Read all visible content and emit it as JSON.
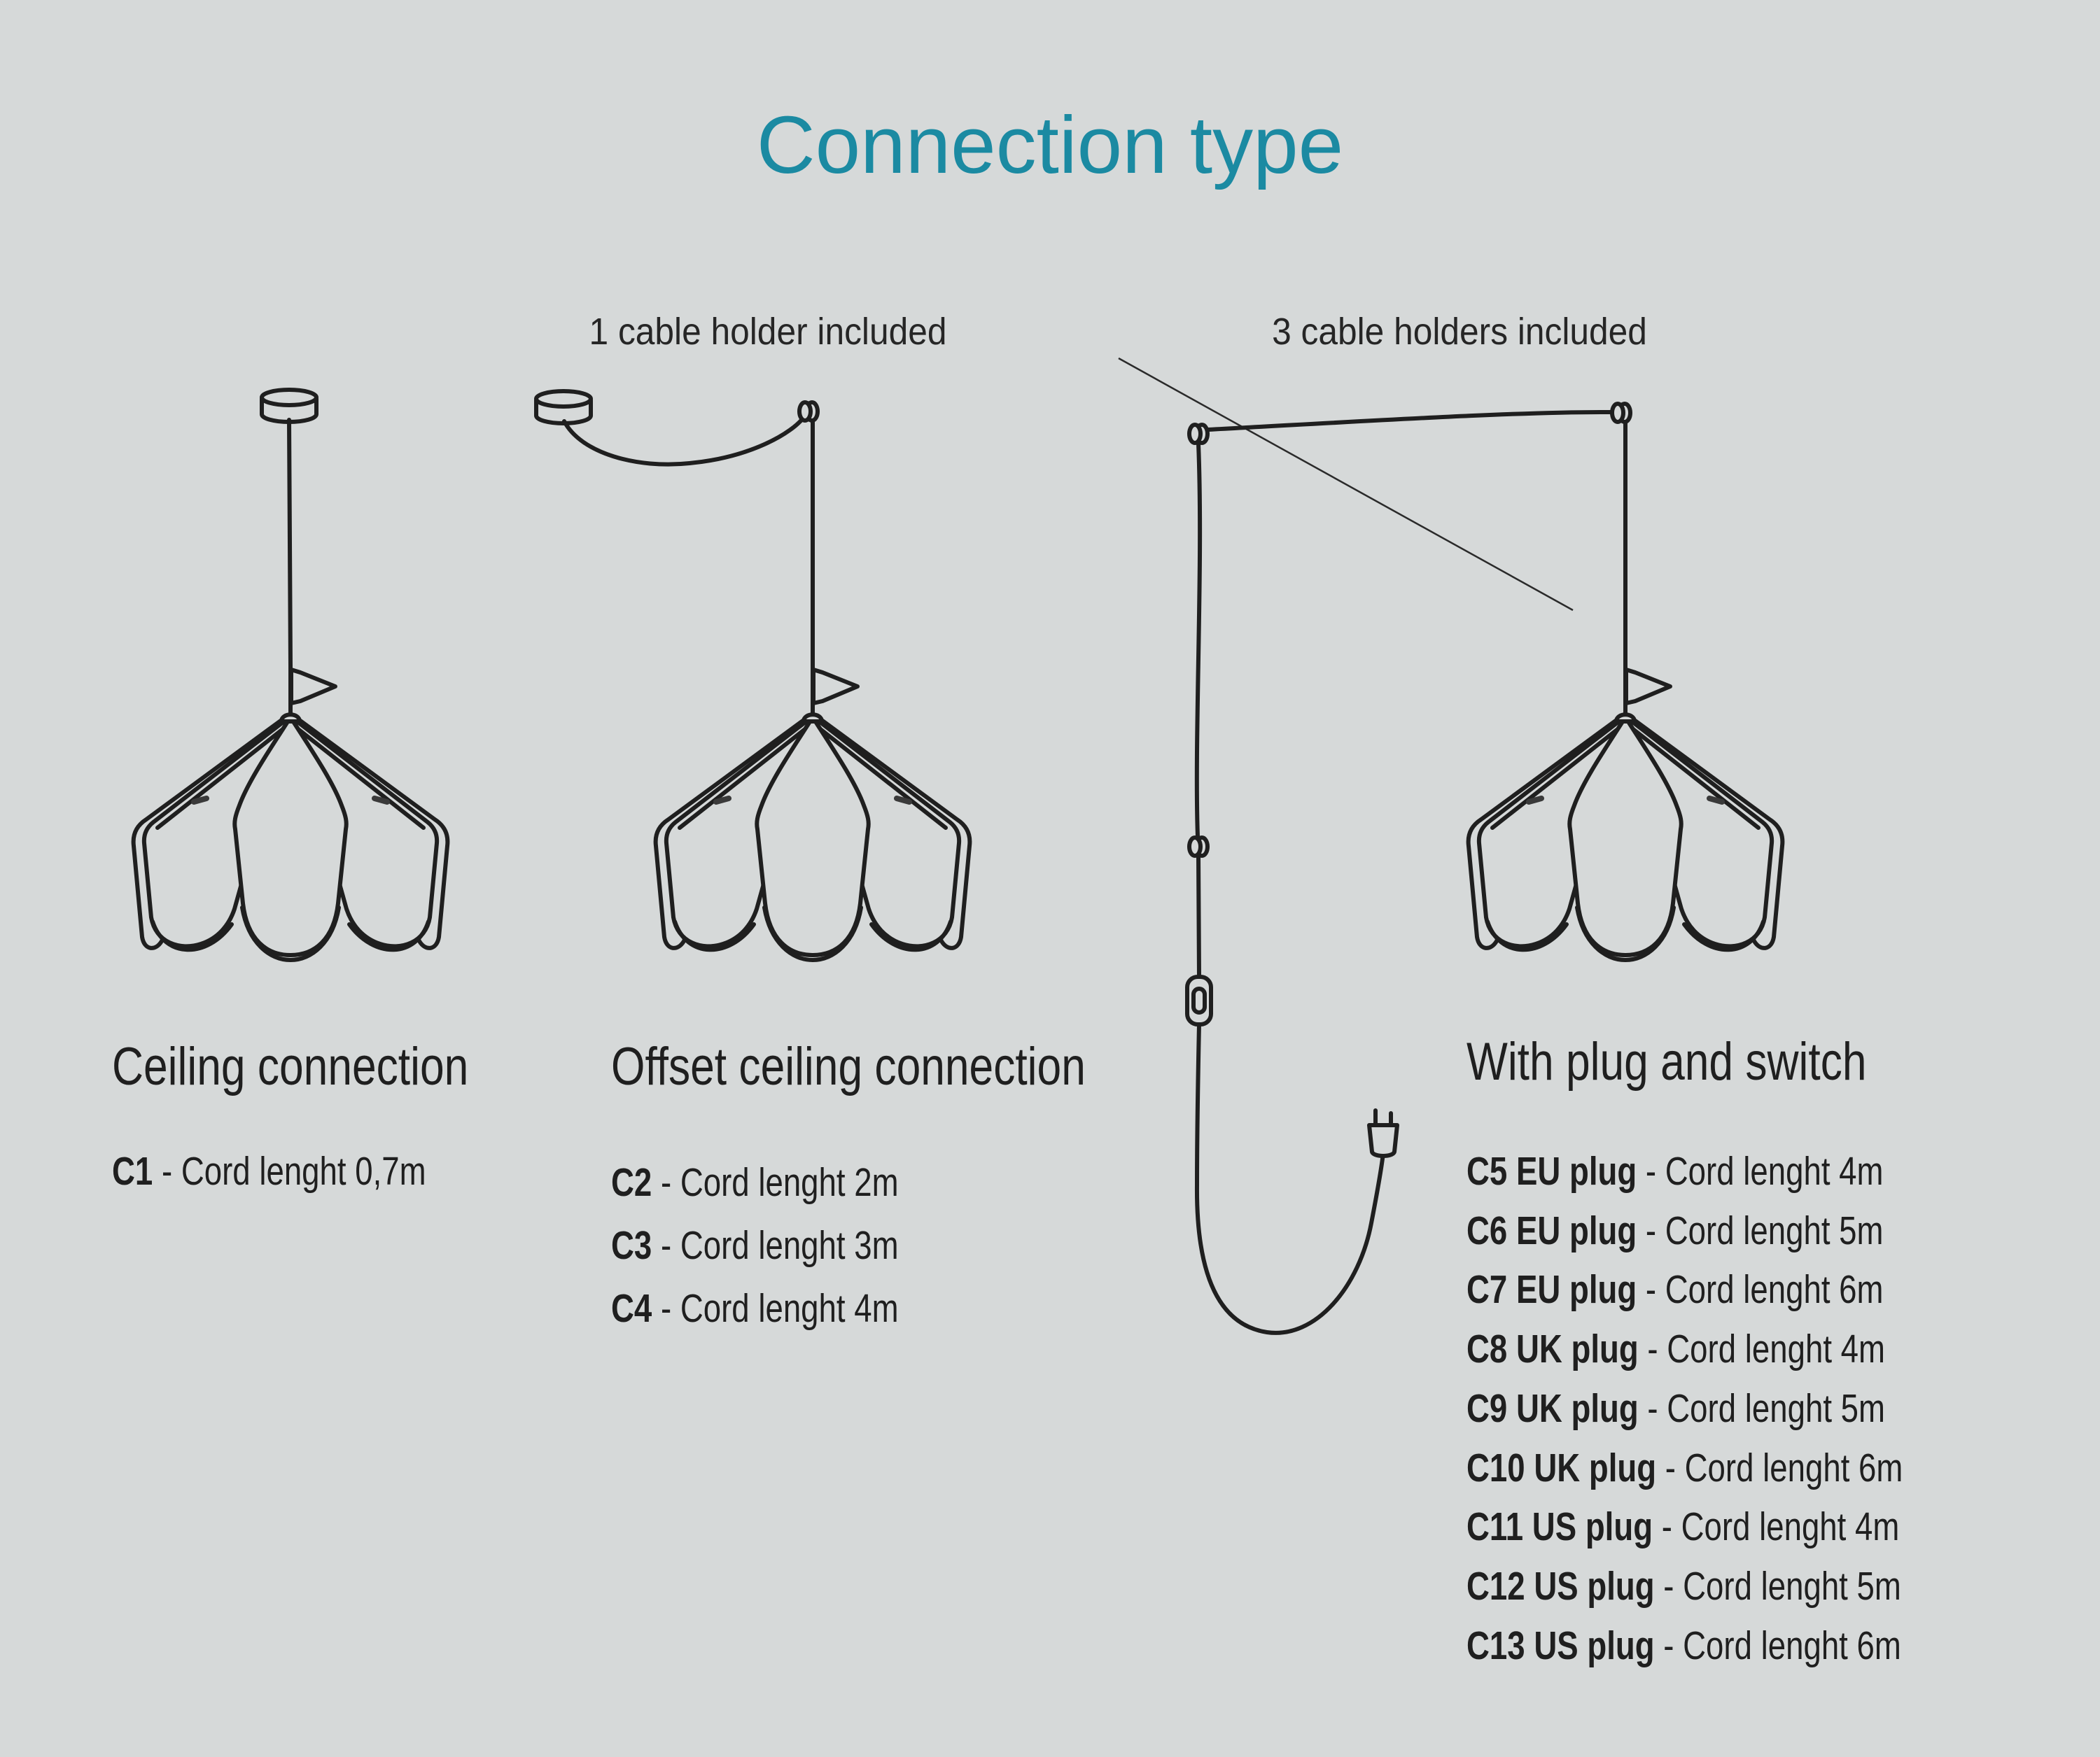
{
  "title": "Connection type",
  "colors": {
    "background": "#d6d9d9",
    "accent_teal": "#1b8aa2",
    "ink": "#1f1f1f"
  },
  "annotations": {
    "offset_note": "1 cable holder included",
    "plug_note": "3 cable holders included"
  },
  "sections": [
    {
      "heading": "Ceiling connection",
      "items": [
        {
          "code": "C1",
          "desc": " - Cord lenght 0,7m"
        }
      ]
    },
    {
      "heading": "Offset ceiling connection",
      "items": [
        {
          "code": "C2",
          "desc": " - Cord lenght 2m"
        },
        {
          "code": "C3",
          "desc": " - Cord lenght 3m"
        },
        {
          "code": "C4",
          "desc": " - Cord lenght 4m"
        }
      ]
    },
    {
      "heading": "With plug and switch",
      "items": [
        {
          "code": "C5 EU plug",
          "desc": " - Cord lenght 4m"
        },
        {
          "code": "C6 EU plug",
          "desc": " - Cord lenght 5m"
        },
        {
          "code": "C7 EU plug",
          "desc": " - Cord lenght 6m"
        },
        {
          "code": "C8 UK plug",
          "desc": " - Cord lenght 4m"
        },
        {
          "code": "C9 UK plug",
          "desc": " - Cord lenght 5m"
        },
        {
          "code": "C10 UK plug",
          "desc": " - Cord lenght 6m"
        },
        {
          "code": "C11 US plug",
          "desc": " - Cord lenght 4m"
        },
        {
          "code": "C12 US plug",
          "desc": " - Cord lenght 5m"
        },
        {
          "code": "C13 US plug",
          "desc": " - Cord lenght 6m"
        }
      ]
    }
  ],
  "icons": {
    "canopy": "ceiling-canopy-icon",
    "cable_holder": "cable-holder-icon",
    "switch": "cord-switch-icon",
    "plug": "power-plug-icon",
    "flag": "flag-marker-icon",
    "lampshade": "pendant-lampshade-illustration"
  }
}
